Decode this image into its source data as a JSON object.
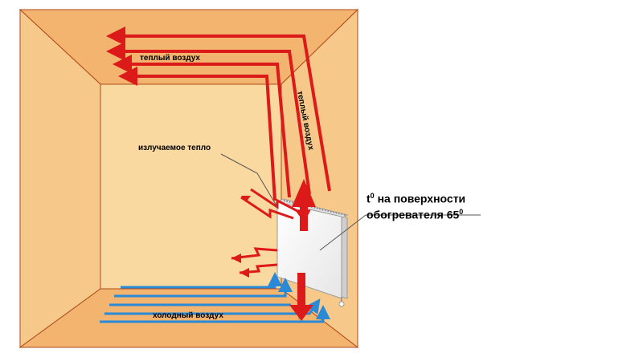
{
  "labels": {
    "warm_air_top": "теплый воздух",
    "warm_air_vertical": "теплый воздух",
    "radiant_heat": "излучаемое тепло",
    "cold_air": "холодный воздух",
    "surface_temp_prefix": "t",
    "surface_temp_sup": "0",
    "surface_temp_line1_rest": " на  поверхности",
    "surface_temp_line2": "обогревателя 65",
    "surface_temp_line2_sup": "0"
  },
  "colors": {
    "wall_front": "#f9d9a0",
    "wall_side": "#f6c98a",
    "wall_shadow": "#f2b46e",
    "outline": "#b04a1a",
    "warm_arrow": "#dd1a1a",
    "cold_arrow": "#2b8ad8",
    "heater": "#ffffff"
  }
}
